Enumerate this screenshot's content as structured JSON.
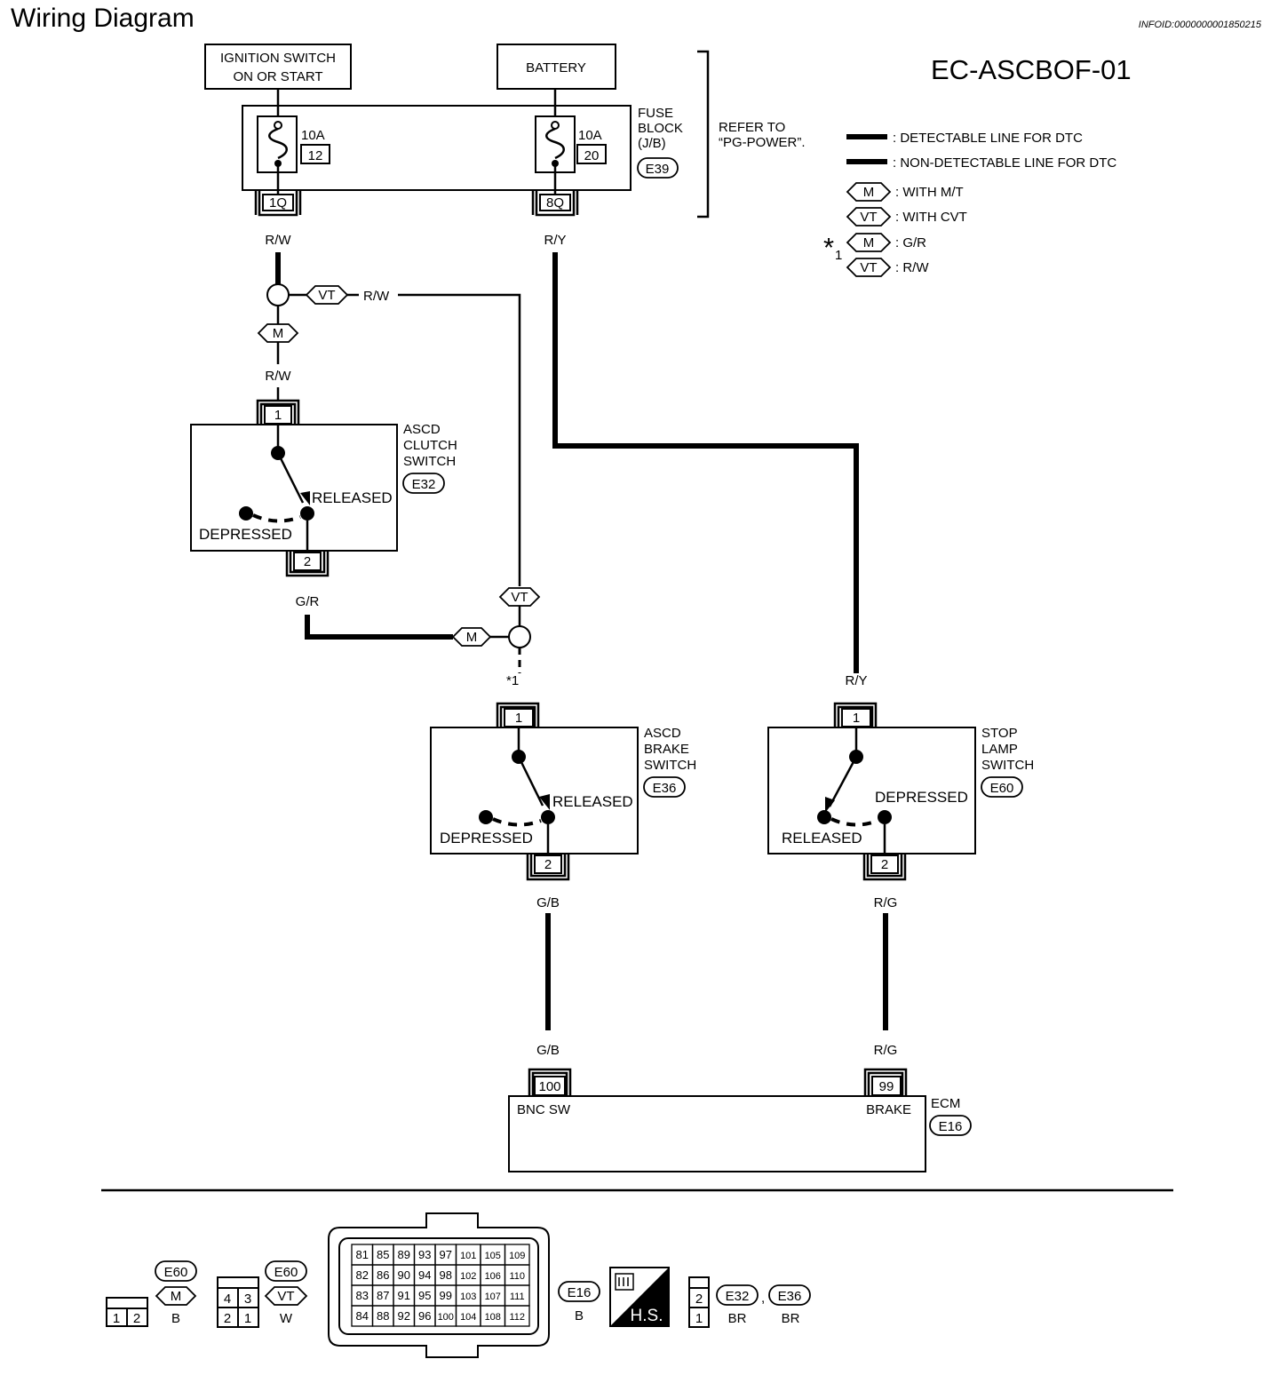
{
  "header": {
    "title": "Wiring Diagram",
    "info_id": "INFOID:0000000001850215",
    "diagram_code": "EC-ASCBOF-01"
  },
  "power": {
    "ignition_line1": "IGNITION SWITCH",
    "ignition_line2": "ON OR START",
    "battery": "BATTERY",
    "fuse_left_amp": "10A",
    "fuse_left_no": "12",
    "fuse_right_amp": "10A",
    "fuse_right_no": "20",
    "fuse_block_line1": "FUSE",
    "fuse_block_line2": "BLOCK",
    "fuse_block_line3": "(J/B)",
    "fuse_block_conn": "E39",
    "term_left": "1Q",
    "term_right": "8Q",
    "refer_line1": "REFER TO",
    "refer_line2": "“PG-POWER”."
  },
  "legend": {
    "detectable": ": DETECTABLE LINE FOR DTC",
    "non_detectable": ": NON-DETECTABLE LINE FOR DTC",
    "mt_tag": "M",
    "mt_text": ": WITH M/T",
    "cvt_tag": "VT",
    "cvt_text": ": WITH CVT",
    "star": "*",
    "star_num": "1",
    "star_m_tag": "M",
    "star_m_text": ": G/R",
    "star_vt_tag": "VT",
    "star_vt_text": ": R/W"
  },
  "wires": {
    "rw_top": "R/W",
    "ry_top": "R/Y",
    "vt_tag": "VT",
    "rw_branch": "R/W",
    "m_tag": "M",
    "rw_mid": "R/W",
    "gr": "G/R",
    "vt_tag2": "VT",
    "m_tag2": "M",
    "star1": "*1",
    "ry_low": "R/Y",
    "gb_top": "G/B",
    "rg_top": "R/G",
    "gb_bottom": "G/B",
    "rg_bottom": "R/G"
  },
  "clutch_switch": {
    "line1": "ASCD",
    "line2": "CLUTCH",
    "line3": "SWITCH",
    "conn": "E32",
    "pin_top": "1",
    "pin_bottom": "2",
    "released": "RELEASED",
    "depressed": "DEPRESSED"
  },
  "brake_switch": {
    "line1": "ASCD",
    "line2": "BRAKE",
    "line3": "SWITCH",
    "conn": "E36",
    "pin_top": "1",
    "pin_bottom": "2",
    "released": "RELEASED",
    "depressed": "DEPRESSED"
  },
  "stop_lamp": {
    "line1": "STOP",
    "line2": "LAMP",
    "line3": "SWITCH",
    "conn": "E60",
    "pin_top": "1",
    "pin_bottom": "2",
    "depressed": "DEPRESSED",
    "released": "RELEASED"
  },
  "ecm": {
    "label": "ECM",
    "conn": "E16",
    "pin_left": "100",
    "pin_right": "99",
    "bnc_sw": "BNC SW",
    "brake": "BRAKE"
  },
  "connectors": {
    "e60m_conn": "E60",
    "e60m_tag": "M",
    "e60m_color": "B",
    "e60m_pins": [
      "1",
      "2"
    ],
    "e60vt_conn": "E60",
    "e60vt_tag": "VT",
    "e60vt_color": "W",
    "e60vt_pins": [
      "4",
      "3",
      "2",
      "1"
    ],
    "e16_pins": [
      [
        "81",
        "85",
        "89",
        "93",
        "97",
        "101",
        "105",
        "109"
      ],
      [
        "82",
        "86",
        "90",
        "94",
        "98",
        "102",
        "106",
        "110"
      ],
      [
        "83",
        "87",
        "91",
        "95",
        "99",
        "103",
        "107",
        "111"
      ],
      [
        "84",
        "88",
        "92",
        "96",
        "100",
        "104",
        "108",
        "112"
      ]
    ],
    "e16_conn": "E16",
    "e16_color": "B",
    "hs": "H.S.",
    "e32_pins": [
      "2",
      "1"
    ],
    "e32_conn": "E32",
    "comma": ",",
    "e36_conn": "E36",
    "e32_color": "BR",
    "e36_color": "BR"
  }
}
